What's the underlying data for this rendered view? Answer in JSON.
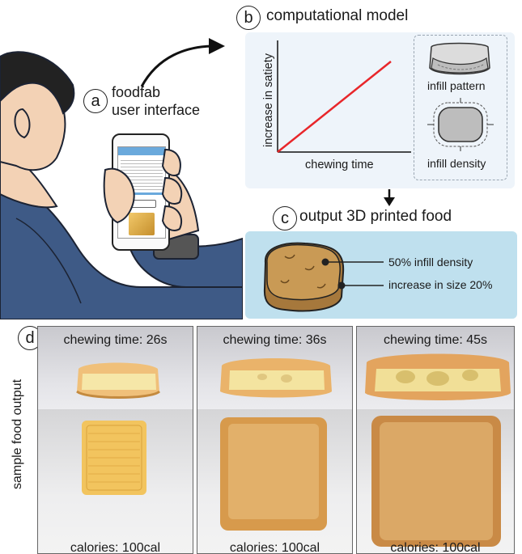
{
  "a": {
    "letter": "a",
    "line1": "foodfab",
    "line2": "user interface"
  },
  "b": {
    "letter": "b",
    "title": "computational model",
    "chart_data": {
      "type": "line",
      "xlabel": "chewing time",
      "ylabel": "increase in satiety",
      "series": [
        {
          "x": [
            0,
            1
          ],
          "y": [
            0,
            1
          ]
        }
      ]
    },
    "infill_pattern": "infill pattern",
    "infill_density": "infill density"
  },
  "c": {
    "letter": "c",
    "title": "output 3D printed food",
    "note1": "50% infill density",
    "note2": "increase in size 20%"
  },
  "d": {
    "letter": "d",
    "side_label": "sample food output",
    "samples": [
      {
        "chew": "chewing time: 26s",
        "cal": "calories: 100cal"
      },
      {
        "chew": "chewing time: 36s",
        "cal": "calories: 100cal"
      },
      {
        "chew": "chewing time: 45s",
        "cal": "calories: 100cal"
      }
    ]
  },
  "colors": {
    "accent_line": "#e8262a",
    "panel_b": "#eef4fa",
    "panel_c": "#bfe0ee",
    "jacket": "#3e5a86"
  }
}
